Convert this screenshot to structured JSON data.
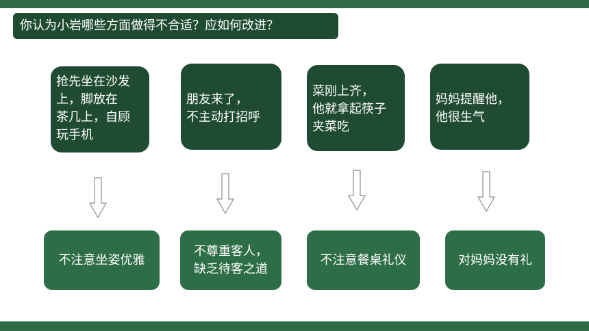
{
  "question": "你认为小岩哪些方面做得不合适？应如何改进？",
  "behaviors": [
    "抢先坐在沙发\n上，脚放在\n茶几上，自顾\n玩手机",
    "朋友来了，\n不主动打招呼",
    "菜刚上齐，\n他就拿起筷子\n夹菜吃",
    "妈妈提醒他，\n他很生气"
  ],
  "problems": [
    "不注意坐姿优雅",
    "不尊重客人，\n缺乏待客之道",
    "不注意餐桌礼仪",
    "对妈妈没有礼"
  ],
  "colors": {
    "dark_green": "#204b33",
    "medium_green": "#2e6e46",
    "bar_green": "#2e6b46"
  }
}
